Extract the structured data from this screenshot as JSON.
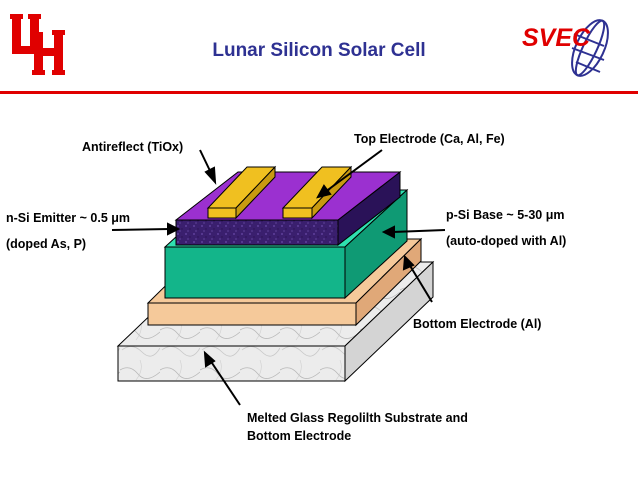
{
  "slide": {
    "title": "Lunar Silicon Solar Cell",
    "logo_left_text": "UH",
    "logo_right_text": "SVEC"
  },
  "colors": {
    "title": "#2e3192",
    "rule": "#e00000",
    "logo_red": "#e00000",
    "globe_blue": "#2e3192",
    "antireflect_top": "#9b30d0",
    "antireflect_front": "#7a1fb0",
    "emitter": "#3a1f6e",
    "base_front": "#13b58a",
    "base_top": "#2fe0b0",
    "electrode_gold": "#f0c020",
    "bottom_electrode": "#f5c99a",
    "substrate": "#e8e8e8"
  },
  "labels": {
    "antireflect": "Antireflect (TiOx)",
    "top_electrode": "Top Electrode (Ca, Al, Fe)",
    "emitter_line1": "n-Si Emitter ~ 0.5 μm",
    "emitter_line2": "(doped As, P)",
    "base_line1": "p-Si Base ~ 5-30 μm",
    "base_line2": "(auto-doped with Al)",
    "bottom_electrode": "Bottom Electrode (Al)",
    "substrate_line1": "Melted Glass Regolilth Substrate and",
    "substrate_line2": "Bottom Electrode"
  }
}
